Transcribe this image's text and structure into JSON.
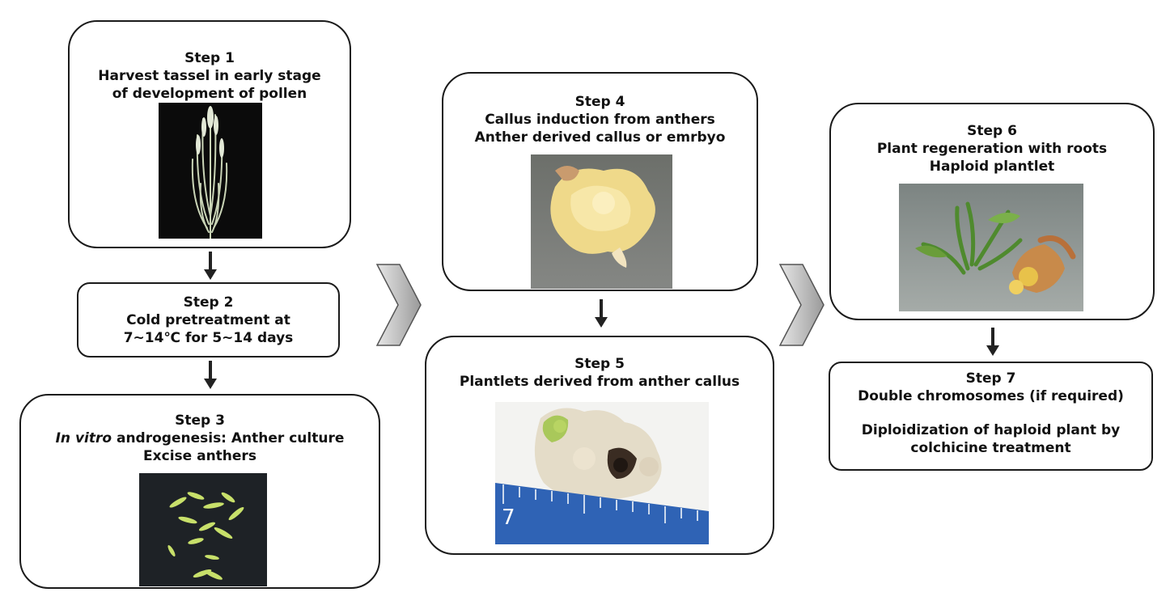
{
  "steps": {
    "s1": {
      "title": "Step 1",
      "lines": [
        "Harvest tassel in early stage",
        "of development of pollen"
      ]
    },
    "s2": {
      "title": "Step 2",
      "lines": [
        "Cold pretreatment at",
        "7~14℃ for 5~14 days"
      ]
    },
    "s3": {
      "title": "Step 3",
      "italic": "In vitro",
      "line1_rest": " androgenesis: Anther culture",
      "line2": "Excise anthers"
    },
    "s4": {
      "title": "Step 4",
      "lines": [
        "Callus induction from anthers",
        "Anther derived callus or emrbyo"
      ]
    },
    "s5": {
      "title": "Step 5",
      "lines": [
        "Plantlets derived from anther callus"
      ]
    },
    "s6": {
      "title": "Step 6",
      "lines": [
        "Plant regeneration with roots",
        "Haploid plantlet"
      ]
    },
    "s7": {
      "title": "Step 7",
      "lines": [
        "Double chromosomes (if required)",
        "Diploidization of haploid plant by",
        "colchicine treatment"
      ]
    }
  },
  "ruler_label": "7",
  "colors": {
    "border": "#1a1a1a",
    "arrow": "#222222",
    "chevron_light": "#e6e6e6",
    "chevron_dark": "#9a9a9a"
  }
}
